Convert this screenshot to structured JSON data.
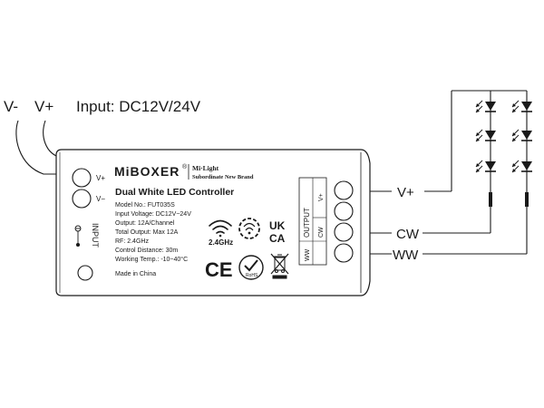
{
  "input": {
    "label": "Input: DC12V/24V",
    "wire_neg": "V-",
    "wire_pos": "V+"
  },
  "controller": {
    "brand": "MiBOXER",
    "brand_mark": "®",
    "sub_brand_line1": "Mi·Light",
    "sub_brand_line2": "Subordinate New Brand",
    "product_title": "Dual White LED Controller",
    "specs": [
      "Model No.: FUT035S",
      "Input Voltage: DC12V~24V",
      "Output: 12A/Channel",
      "Total Output: Max 12A",
      "RF: 2.4GHz",
      "Control Distance: 30m",
      "Working Temp.: -10~40°C"
    ],
    "made_in": "Made in China",
    "wireless_label": "2.4GHz",
    "ukca_top": "UK",
    "ukca_bottom": "CA",
    "ce_mark": "CE",
    "rohs_label": "RoHS",
    "input_terminal_labels": [
      "V+",
      "V−"
    ],
    "input_side_label": "INPUT",
    "output_header": "OUTPUT",
    "output_terminal_labels": [
      "V+",
      "CW",
      "WW"
    ]
  },
  "output_wires": [
    "V+",
    "CW",
    "WW"
  ],
  "colors": {
    "line": "#1a1a1a",
    "housing_fill": "#ffffff",
    "terminal_fill": "#ffffff"
  }
}
